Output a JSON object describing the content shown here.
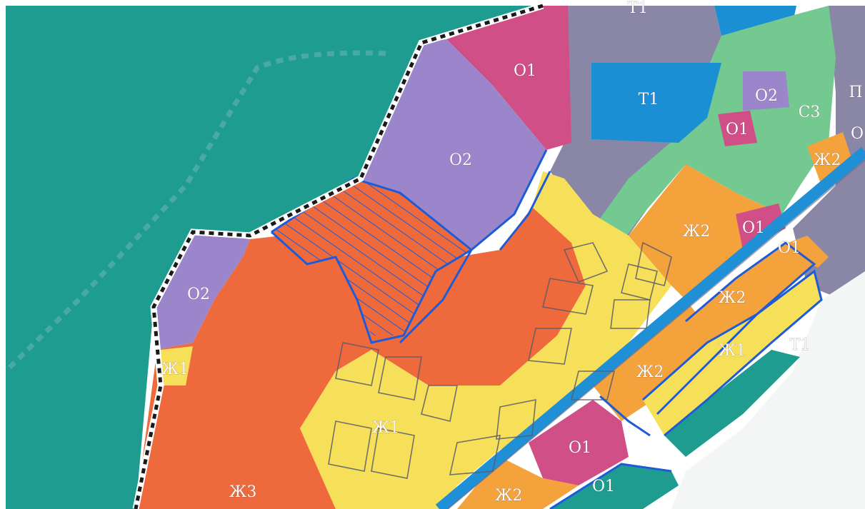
{
  "colors": {
    "water": "#1f9c90",
    "zh3_multistory": "#ee6a3c",
    "zh2_midrise": "#f4a23c",
    "zh1_lowrise": "#f6e05a",
    "o1_business": "#cf4f86",
    "o2_social": "#9b86cc",
    "t1_transport": "#1a8fd4",
    "s3_green": "#73c990",
    "gray_zone": "#8a86a6",
    "boundary_blue": "#1e5bd8",
    "road": "#1f8fd6"
  },
  "zone_labels": [
    {
      "id": "o1-north",
      "text": "О1"
    },
    {
      "id": "t1-north",
      "text": "Т1"
    },
    {
      "id": "o2-center",
      "text": "О2"
    },
    {
      "id": "o2-west",
      "text": "О2"
    },
    {
      "id": "o2-east",
      "text": "О2"
    },
    {
      "id": "o1-east-small",
      "text": "О1"
    },
    {
      "id": "s3-east",
      "text": "С3"
    },
    {
      "id": "zh2-east-top",
      "text": "Ж2"
    },
    {
      "id": "zh2-center-east",
      "text": "Ж2"
    },
    {
      "id": "o1-mid-east",
      "text": "О1"
    },
    {
      "id": "o1-riverside",
      "text": "О1"
    },
    {
      "id": "zh2-riverside",
      "text": "Ж2"
    },
    {
      "id": "zh1-riverside",
      "text": "Ж1"
    },
    {
      "id": "t1-south",
      "text": "Т1"
    },
    {
      "id": "zh2-south-center",
      "text": "Ж2"
    },
    {
      "id": "zh1-west",
      "text": "Ж1"
    },
    {
      "id": "zh1-main",
      "text": "Ж1"
    },
    {
      "id": "o1-south",
      "text": "О1"
    },
    {
      "id": "o1-south-2",
      "text": "О1"
    },
    {
      "id": "zh2-south",
      "text": "Ж2"
    },
    {
      "id": "zh3-south",
      "text": "Ж3"
    }
  ],
  "edge_labels": [
    {
      "id": "edge-top",
      "text": "Т1"
    },
    {
      "id": "edge-right-1",
      "text": "П"
    },
    {
      "id": "edge-right-2",
      "text": "О"
    }
  ]
}
